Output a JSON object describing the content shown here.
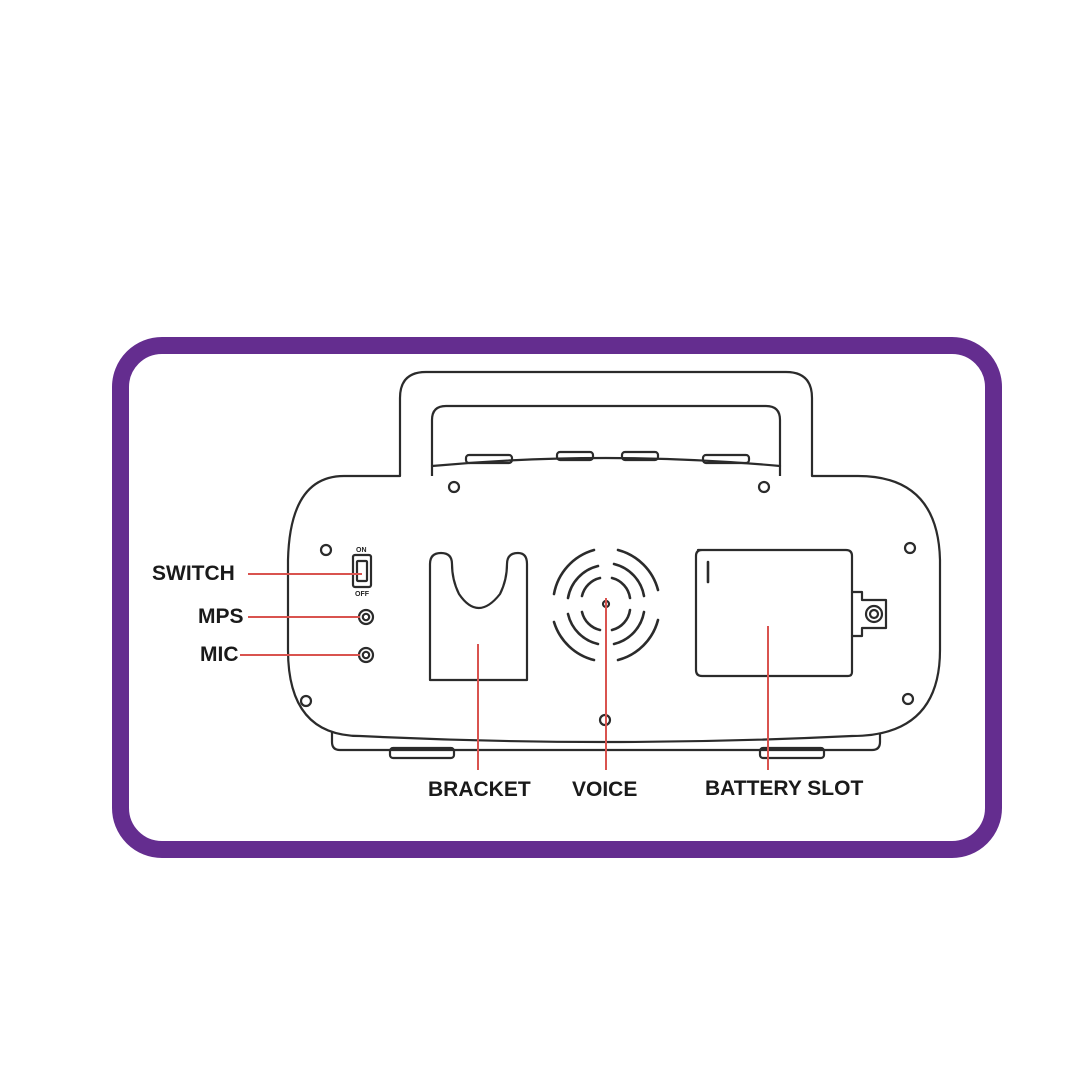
{
  "colors": {
    "frame": "#642d8f",
    "leader": "#d9534f",
    "outline": "#2b2b2b"
  },
  "labels": {
    "switch": "SWITCH",
    "mps": "MPS",
    "mic": "MIC",
    "bracket": "BRACKET",
    "voice": "VOICE",
    "battery_slot": "BATTERY SLOT"
  },
  "switch_markings": {
    "on": "ON",
    "off": "OFF"
  }
}
